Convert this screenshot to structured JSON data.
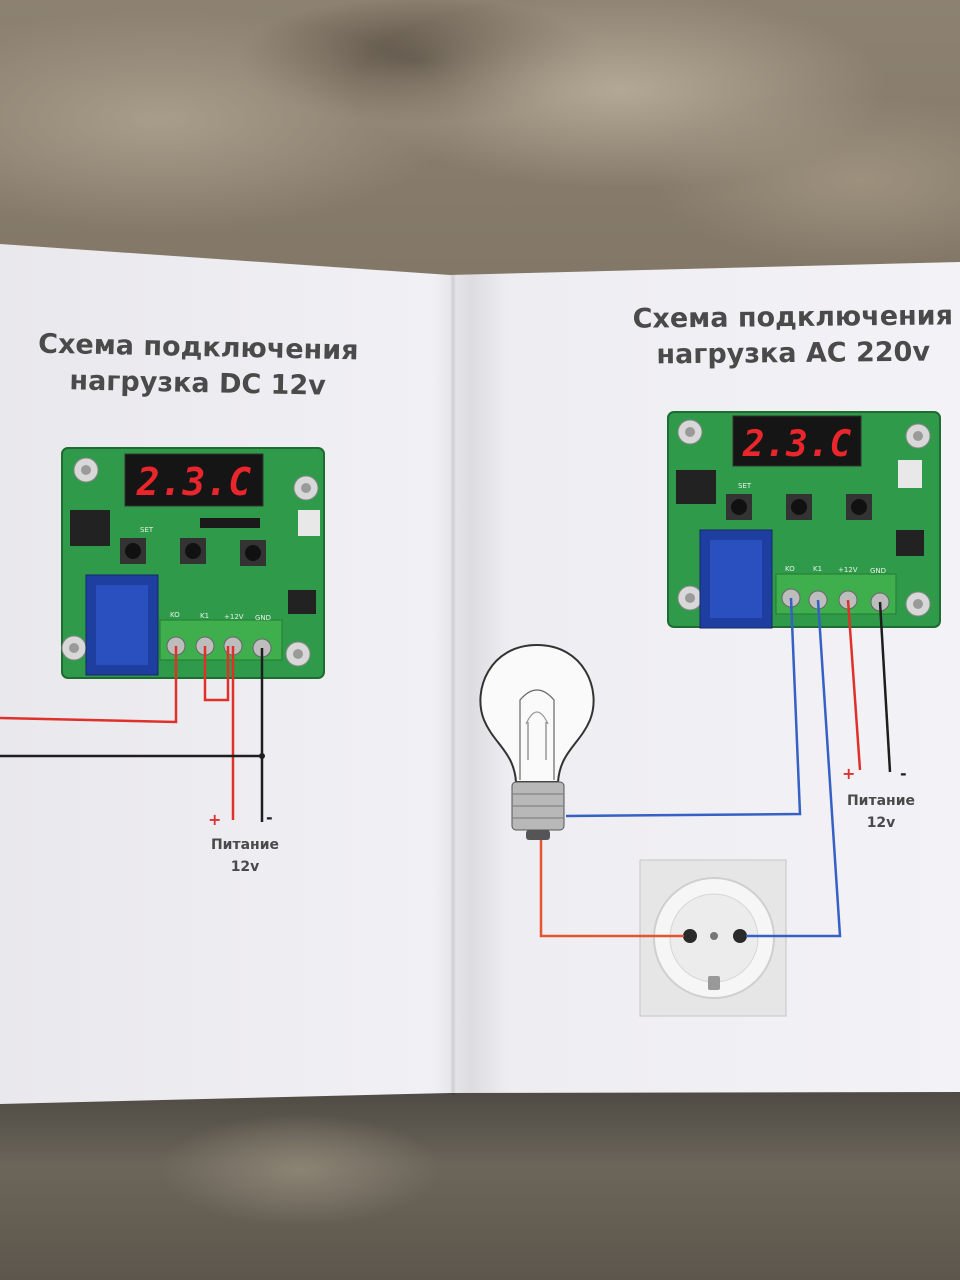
{
  "left_diagram": {
    "title_line1": "Схема подключения",
    "title_line2": "нагрузка DC 12v",
    "display_value": "2.3.C",
    "terminals": [
      "KO",
      "K1",
      "+12V",
      "GND"
    ],
    "plus_sign": "+",
    "minus_sign": "-",
    "power_label_line1": "Питание",
    "power_label_line2": "12v",
    "set_label": "SET"
  },
  "right_diagram": {
    "title_line1": "Схема подключения",
    "title_line2": "нагрузка AC 220v",
    "display_value": "2.3.C",
    "terminals": [
      "KO",
      "K1",
      "+12V",
      "GND"
    ],
    "plus_sign": "+",
    "minus_sign": "-",
    "power_label_line1": "Питание",
    "power_label_line2": "12v",
    "set_label": "SET"
  },
  "colors": {
    "board_green": "#2f9a4a",
    "display_red": "#e8262b",
    "wire_red": "#e0302a",
    "wire_blue": "#3560c4",
    "wire_black": "#1e1e1e",
    "wire_orange": "#e2552f",
    "terminal_green": "#3fae4d"
  },
  "icons": [
    "thermostat-board",
    "light-bulb-icon",
    "power-socket-icon"
  ]
}
